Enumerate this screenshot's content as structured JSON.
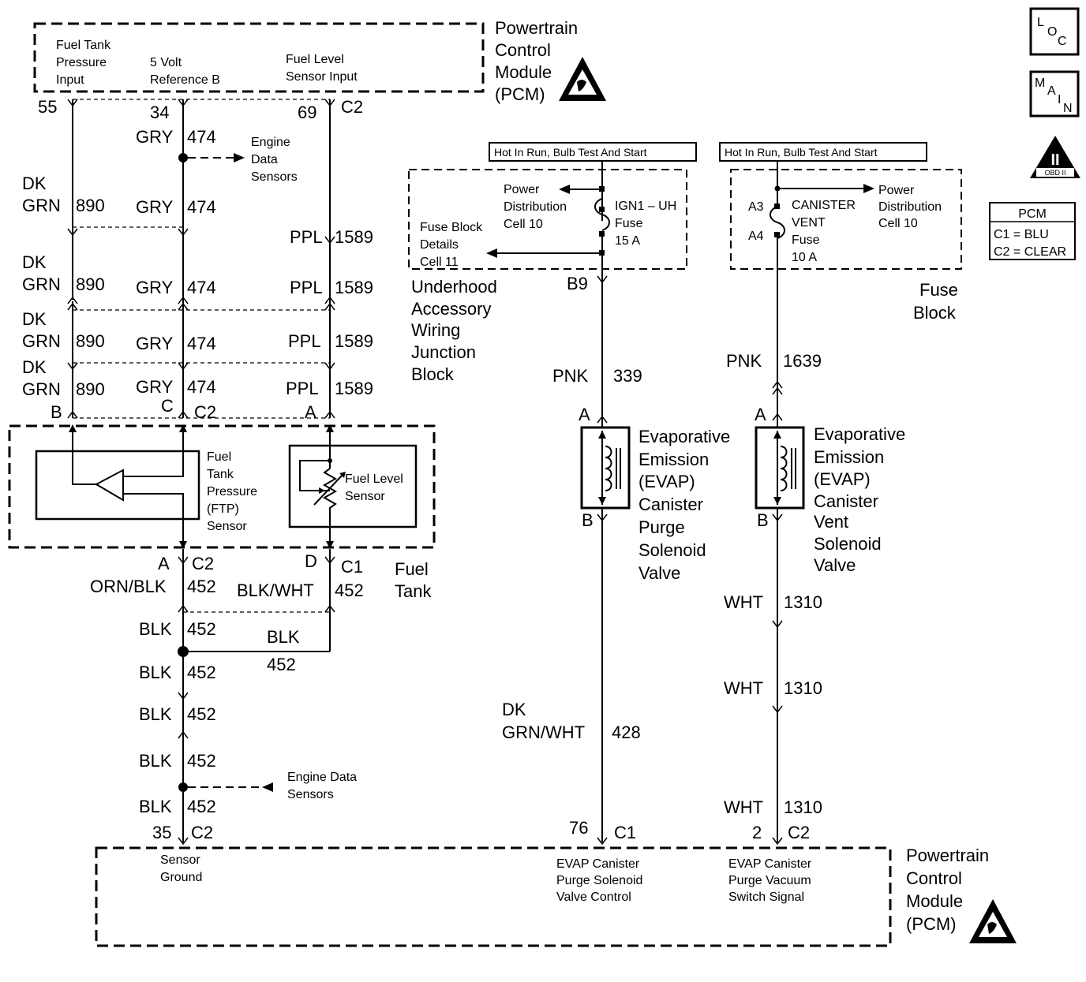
{
  "pcm_top": {
    "title": "Powertrain Control Module (PCM)",
    "title_lines": [
      "Powertrain",
      "Control",
      "Module",
      "(PCM)"
    ],
    "inputs": [
      {
        "lines": [
          "Fuel Tank",
          "Pressure",
          "Input"
        ]
      },
      {
        "lines": [
          "5 Volt",
          "Reference B"
        ]
      },
      {
        "lines": [
          "Fuel Level",
          "Sensor Input"
        ]
      }
    ],
    "pins": {
      "p55": "55",
      "p34": "34",
      "p69": "69",
      "c2": "C2"
    }
  },
  "pcm_bottom": {
    "title_lines": [
      "Powertrain",
      "Control",
      "Module",
      "(PCM)"
    ],
    "pins": {
      "p35": "35",
      "c2a": "C2",
      "p76": "76",
      "c1": "C1",
      "p2": "2",
      "c2b": "C2"
    },
    "labels": {
      "sensor_ground": [
        "Sensor",
        "Ground"
      ],
      "purge_control": [
        "EVAP Canister",
        "Purge  Solenoid",
        "Valve  Control"
      ],
      "vacuum_signal": [
        "EVAP Canister",
        "Purge  Vacuum",
        "Switch  Signal"
      ]
    }
  },
  "legend": {
    "loc": [
      "L",
      "O",
      "C"
    ],
    "main": [
      "M",
      "A",
      "I",
      "N"
    ],
    "obd": "OBD II",
    "obd_numeral": "II",
    "pcm_table": {
      "header": "PCM",
      "rows": [
        "C1 = BLU",
        "C2 = CLEAR"
      ]
    }
  },
  "wires": {
    "col1": [
      {
        "color": [
          "DK",
          "GRN"
        ],
        "circuit": "890"
      },
      {
        "color": [
          "DK",
          "GRN"
        ],
        "circuit": "890"
      },
      {
        "color": [
          "DK",
          "GRN"
        ],
        "circuit": "890"
      },
      {
        "color": [
          "DK",
          "GRN"
        ],
        "circuit": "890"
      }
    ],
    "col2": [
      {
        "color": "GRY",
        "circuit": "474"
      },
      {
        "color": "GRY",
        "circuit": "474"
      },
      {
        "color": "GRY",
        "circuit": "474"
      },
      {
        "color": "GRY",
        "circuit": "474"
      },
      {
        "color": "GRY",
        "circuit": "474"
      }
    ],
    "col3": [
      {
        "color": "PPL",
        "circuit": "1589"
      },
      {
        "color": "PPL",
        "circuit": "1589"
      },
      {
        "color": "PPL",
        "circuit": "1589"
      },
      {
        "color": "PPL",
        "circuit": "1589"
      }
    ],
    "ground": [
      {
        "color": "ORN/BLK",
        "circuit": "452"
      },
      {
        "color": "BLK/WHT",
        "circuit": "452"
      },
      {
        "color": "BLK",
        "circuit": "452"
      },
      {
        "color": "BLK",
        "circuit": "452"
      },
      {
        "color": "BLK",
        "circuit": "452"
      },
      {
        "color": "BLK",
        "circuit": "452"
      },
      {
        "color": "BLK",
        "circuit": "452"
      },
      {
        "color": "BLK",
        "circuit": "452"
      }
    ],
    "purge": [
      {
        "color": "PNK",
        "circuit": "339"
      },
      {
        "color": [
          "DK",
          "GRN/WHT"
        ],
        "circuit": "428"
      }
    ],
    "vent": [
      {
        "color": "PNK",
        "circuit": "1639"
      },
      {
        "color": "WHT",
        "circuit": "1310"
      },
      {
        "color": "WHT",
        "circuit": "1310"
      },
      {
        "color": "WHT",
        "circuit": "1310"
      }
    ]
  },
  "engine_data_sensors_top": [
    "Engine",
    "Data",
    "Sensors"
  ],
  "engine_data_sensors_bottom": [
    "Engine Data",
    "Sensors"
  ],
  "connectors": {
    "b": "B",
    "c": "C",
    "c2": "C2",
    "a": "A",
    "ftp_a": "A",
    "ftp_c2": "C2",
    "fl_d": "D",
    "fl_c1": "C1",
    "b9": "B9",
    "purge_a": "A",
    "purge_b": "B",
    "vent_a": "A",
    "vent_b": "B"
  },
  "fuel_tank": {
    "label": [
      "Fuel",
      "Tank"
    ],
    "ftp_sensor": [
      "Fuel",
      "Tank",
      "Pressure",
      "(FTP)",
      "Sensor"
    ],
    "level_sensor": [
      "Fuel Level",
      "Sensor"
    ]
  },
  "fuse_left": {
    "header": "Hot In Run, Bulb Test And Start",
    "power_dist": [
      "Power",
      "Distribution",
      "Cell 10"
    ],
    "fuse": [
      "IGN1 – UH",
      "Fuse",
      "15 A"
    ],
    "details": [
      "Fuse Block",
      "Details",
      "Cell 11"
    ],
    "block_label": [
      "Underhood",
      "Accessory",
      "Wiring",
      "Junction",
      "Block"
    ]
  },
  "fuse_right": {
    "header": "Hot In Run, Bulb Test And Start",
    "power_dist": [
      "Power",
      "Distribution",
      "Cell 10"
    ],
    "fuse": [
      "CANISTER",
      "VENT",
      "Fuse",
      "10 A"
    ],
    "pin_a3": "A3",
    "pin_a4": "A4",
    "block_label": [
      "Fuse",
      "Block"
    ]
  },
  "purge_valve": [
    "Evaporative",
    "Emission",
    "(EVAP)",
    "Canister",
    "Purge",
    "Solenoid",
    "Valve"
  ],
  "vent_valve": [
    "Evaporative",
    "Emission",
    "(EVAP)",
    "Canister",
    "Vent",
    "Solenoid",
    "Valve"
  ]
}
